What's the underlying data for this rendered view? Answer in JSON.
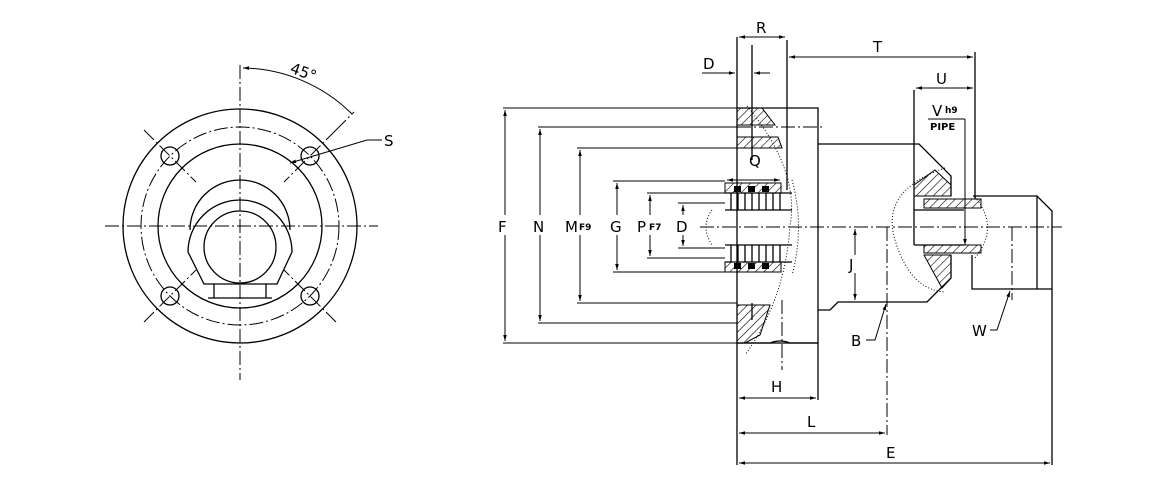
{
  "front_view": {
    "angle_label": "45°",
    "callout_s": "S"
  },
  "section_view": {
    "labels": {
      "F": "F",
      "N": "N",
      "M": "M",
      "M_tol": "F9",
      "G": "G",
      "P": "P",
      "P_tol": "F7",
      "D": "D",
      "R": "R",
      "T": "T",
      "O": "D",
      "U": "U",
      "V": "V",
      "V_tol": "h9",
      "pipe": "PIPE",
      "Q": "Q",
      "J": "J",
      "B": "B",
      "W": "W",
      "H": "H",
      "L": "L",
      "E": "E"
    }
  },
  "colors": {
    "ink": "#000000",
    "background": "#ffffff"
  }
}
